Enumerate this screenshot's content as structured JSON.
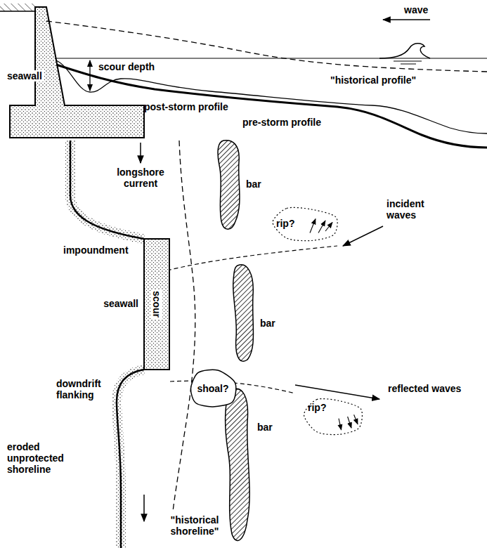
{
  "diagram": {
    "nodes": [
      {
        "text": [
          "rip?"
        ]
      },
      {
        "text": [
          "seawall",
          "scour"
        ]
      },
      {
        "text": [
          "shoal?"
        ]
      },
      {
        "text": [
          "rip?"
        ]
      }
    ],
    "labels": [
      "wave",
      "scour depth",
      "seawall",
      "\"historical profile\"",
      "post-storm profile",
      "pre-storm profile",
      "longshore current",
      "bar",
      "incident waves",
      "impoundment",
      "bar",
      "reflected waves",
      "downdrift flanking",
      "bar",
      "eroded unprotected shoreline",
      "\"historical shoreline\""
    ]
  }
}
